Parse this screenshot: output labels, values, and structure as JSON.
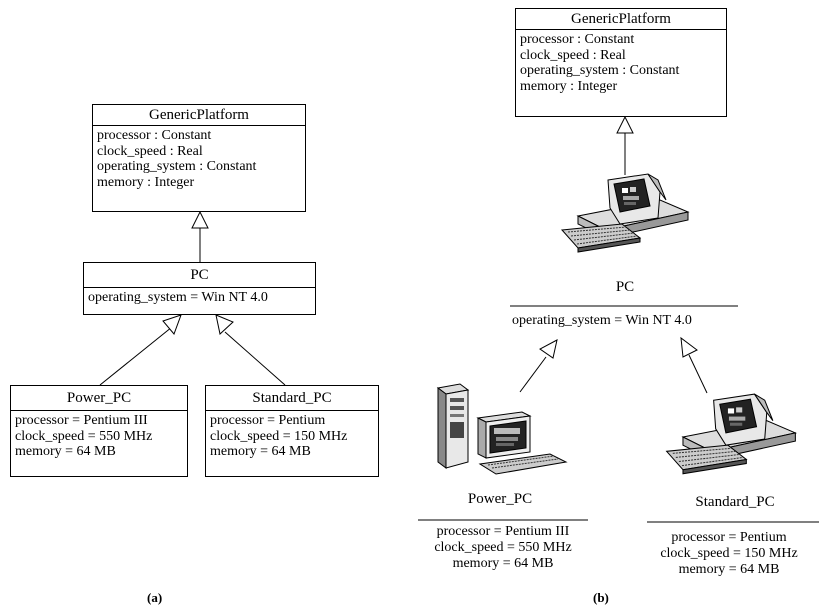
{
  "panel_a": {
    "caption": "(a)",
    "generic": {
      "title": "GenericPlatform",
      "attributes": [
        "processor : Constant",
        "clock_speed : Real",
        "operating_system : Constant",
        "memory : Integer"
      ]
    },
    "pc": {
      "title": "PC",
      "attributes": [
        "operating_system = Win NT 4.0"
      ]
    },
    "power_pc": {
      "title": "Power_PC",
      "attributes": [
        "processor = Pentium III",
        "clock_speed = 550 MHz",
        "memory = 64 MB"
      ]
    },
    "standard_pc": {
      "title": "Standard_PC",
      "attributes": [
        "processor = Pentium",
        "clock_speed = 150 MHz",
        "memory = 64 MB"
      ]
    }
  },
  "panel_b": {
    "caption": "(b)",
    "generic": {
      "title": "GenericPlatform",
      "attributes": [
        "processor : Constant",
        "clock_speed : Real",
        "operating_system : Constant",
        "memory : Integer"
      ]
    },
    "pc": {
      "title": "PC",
      "attributes": [
        "operating_system = Win NT 4.0"
      ],
      "icon": "desktop-computer-icon"
    },
    "power_pc": {
      "title": "Power_PC",
      "attributes": [
        "processor = Pentium III",
        "clock_speed = 550 MHz",
        "memory = 64 MB"
      ],
      "icon": "tower-computer-icon"
    },
    "standard_pc": {
      "title": "Standard_PC",
      "attributes": [
        "processor = Pentium",
        "clock_speed = 150 MHz",
        "memory = 64 MB"
      ],
      "icon": "desktop-computer-icon"
    }
  }
}
